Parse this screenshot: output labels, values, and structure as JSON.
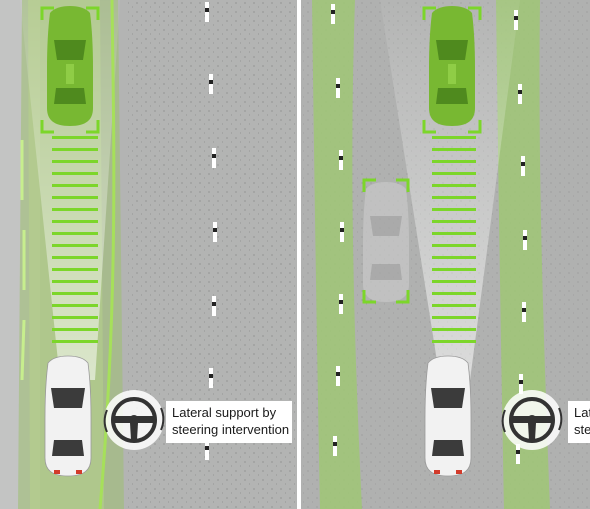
{
  "panels": {
    "left": {
      "callout_line1": "Lateral support by",
      "callout_line2": "steering intervention"
    },
    "right": {
      "callout_line1": "Lateral support by",
      "callout_line2": "steering intervention"
    }
  },
  "colors": {
    "road": "#a9aaa9",
    "road_light": "#bdbebd",
    "lane_green": "#8cc63f",
    "marker_green": "#7cd62a",
    "lead_car": "#78b832",
    "ego_car": "#f2f2f2",
    "ghost_car": "#c9c9c9",
    "divider": "#ffffff"
  },
  "icons": [
    "steering-wheel-icon",
    "steering-wheel-icon"
  ]
}
